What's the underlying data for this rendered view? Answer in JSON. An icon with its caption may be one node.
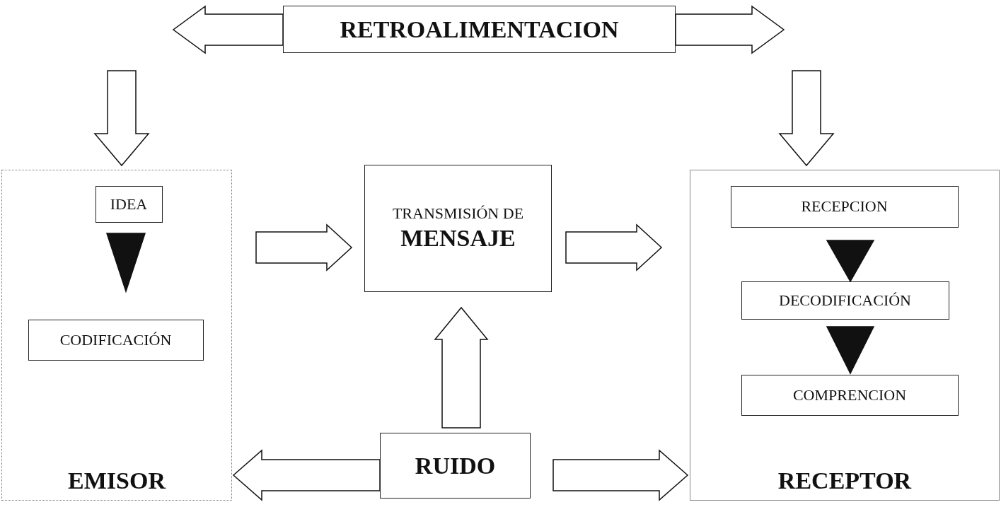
{
  "diagram": {
    "nodes": [
      {
        "text": [
          "RETROALIMENTACION"
        ]
      },
      {
        "text": [
          "EMISOR"
        ]
      },
      {
        "text": [
          "IDEA"
        ],
        "in": 1
      },
      {
        "text": [
          "CODIFICACIÓN"
        ],
        "in": 1
      },
      {
        "text": [
          "TRANSMISIÓN DE **MENSAJE**"
        ]
      },
      {
        "text": [
          "RECEPTOR"
        ]
      },
      {
        "text": [
          "RECEPCION"
        ],
        "in": 5
      },
      {
        "text": [
          "DECODIFICACIÓN"
        ],
        "in": 5
      },
      {
        "text": [
          "COMPRENCION"
        ],
        "in": 5
      },
      {
        "text": [
          "RUIDO"
        ]
      }
    ],
    "edges": [
      {
        "from": 0,
        "to": null,
        "arrow": "to"
      },
      {
        "from": null,
        "to": 1,
        "arrow": "to"
      },
      {
        "from": 0,
        "to": null,
        "arrow": "to"
      },
      {
        "from": null,
        "to": 5,
        "arrow": "to"
      },
      {
        "from": 1,
        "to": 4,
        "arrow": "to"
      },
      {
        "from": 4,
        "to": 5,
        "arrow": "to"
      },
      {
        "from": 9,
        "to": 4,
        "arrow": "to"
      },
      {
        "from": 9,
        "to": 1,
        "arrow": "to"
      },
      {
        "from": 9,
        "to": 5,
        "arrow": "to"
      },
      {
        "from": 2,
        "to": 3,
        "arrow": "to"
      },
      {
        "from": 6,
        "to": 7,
        "arrow": "to"
      },
      {
        "from": 7,
        "to": 8,
        "arrow": "to"
      }
    ]
  }
}
